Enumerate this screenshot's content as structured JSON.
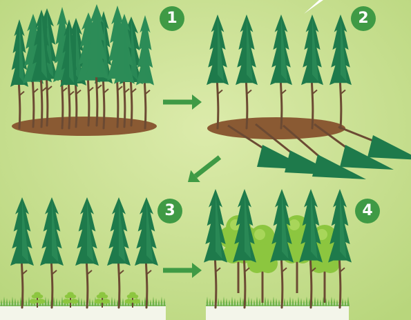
{
  "colors": {
    "background": "#c6dd8e",
    "tree_dark": "#1e7a4b",
    "tree_mid": "#2c8c57",
    "trunk": "#6b4a33",
    "soil": "#8a5a33",
    "shrub": "#8cc63f",
    "grass": "#6fb24a",
    "arrow": "#3f9a45",
    "badge": "#3f9a45",
    "badge_text": "#ffffff"
  },
  "icons": [
    "dense-forest",
    "felled-trees",
    "young-saplings",
    "mixed-forest",
    "process-arrow"
  ],
  "steps": [
    {
      "number": "1"
    },
    {
      "number": "2"
    },
    {
      "number": "3"
    },
    {
      "number": "4"
    }
  ]
}
